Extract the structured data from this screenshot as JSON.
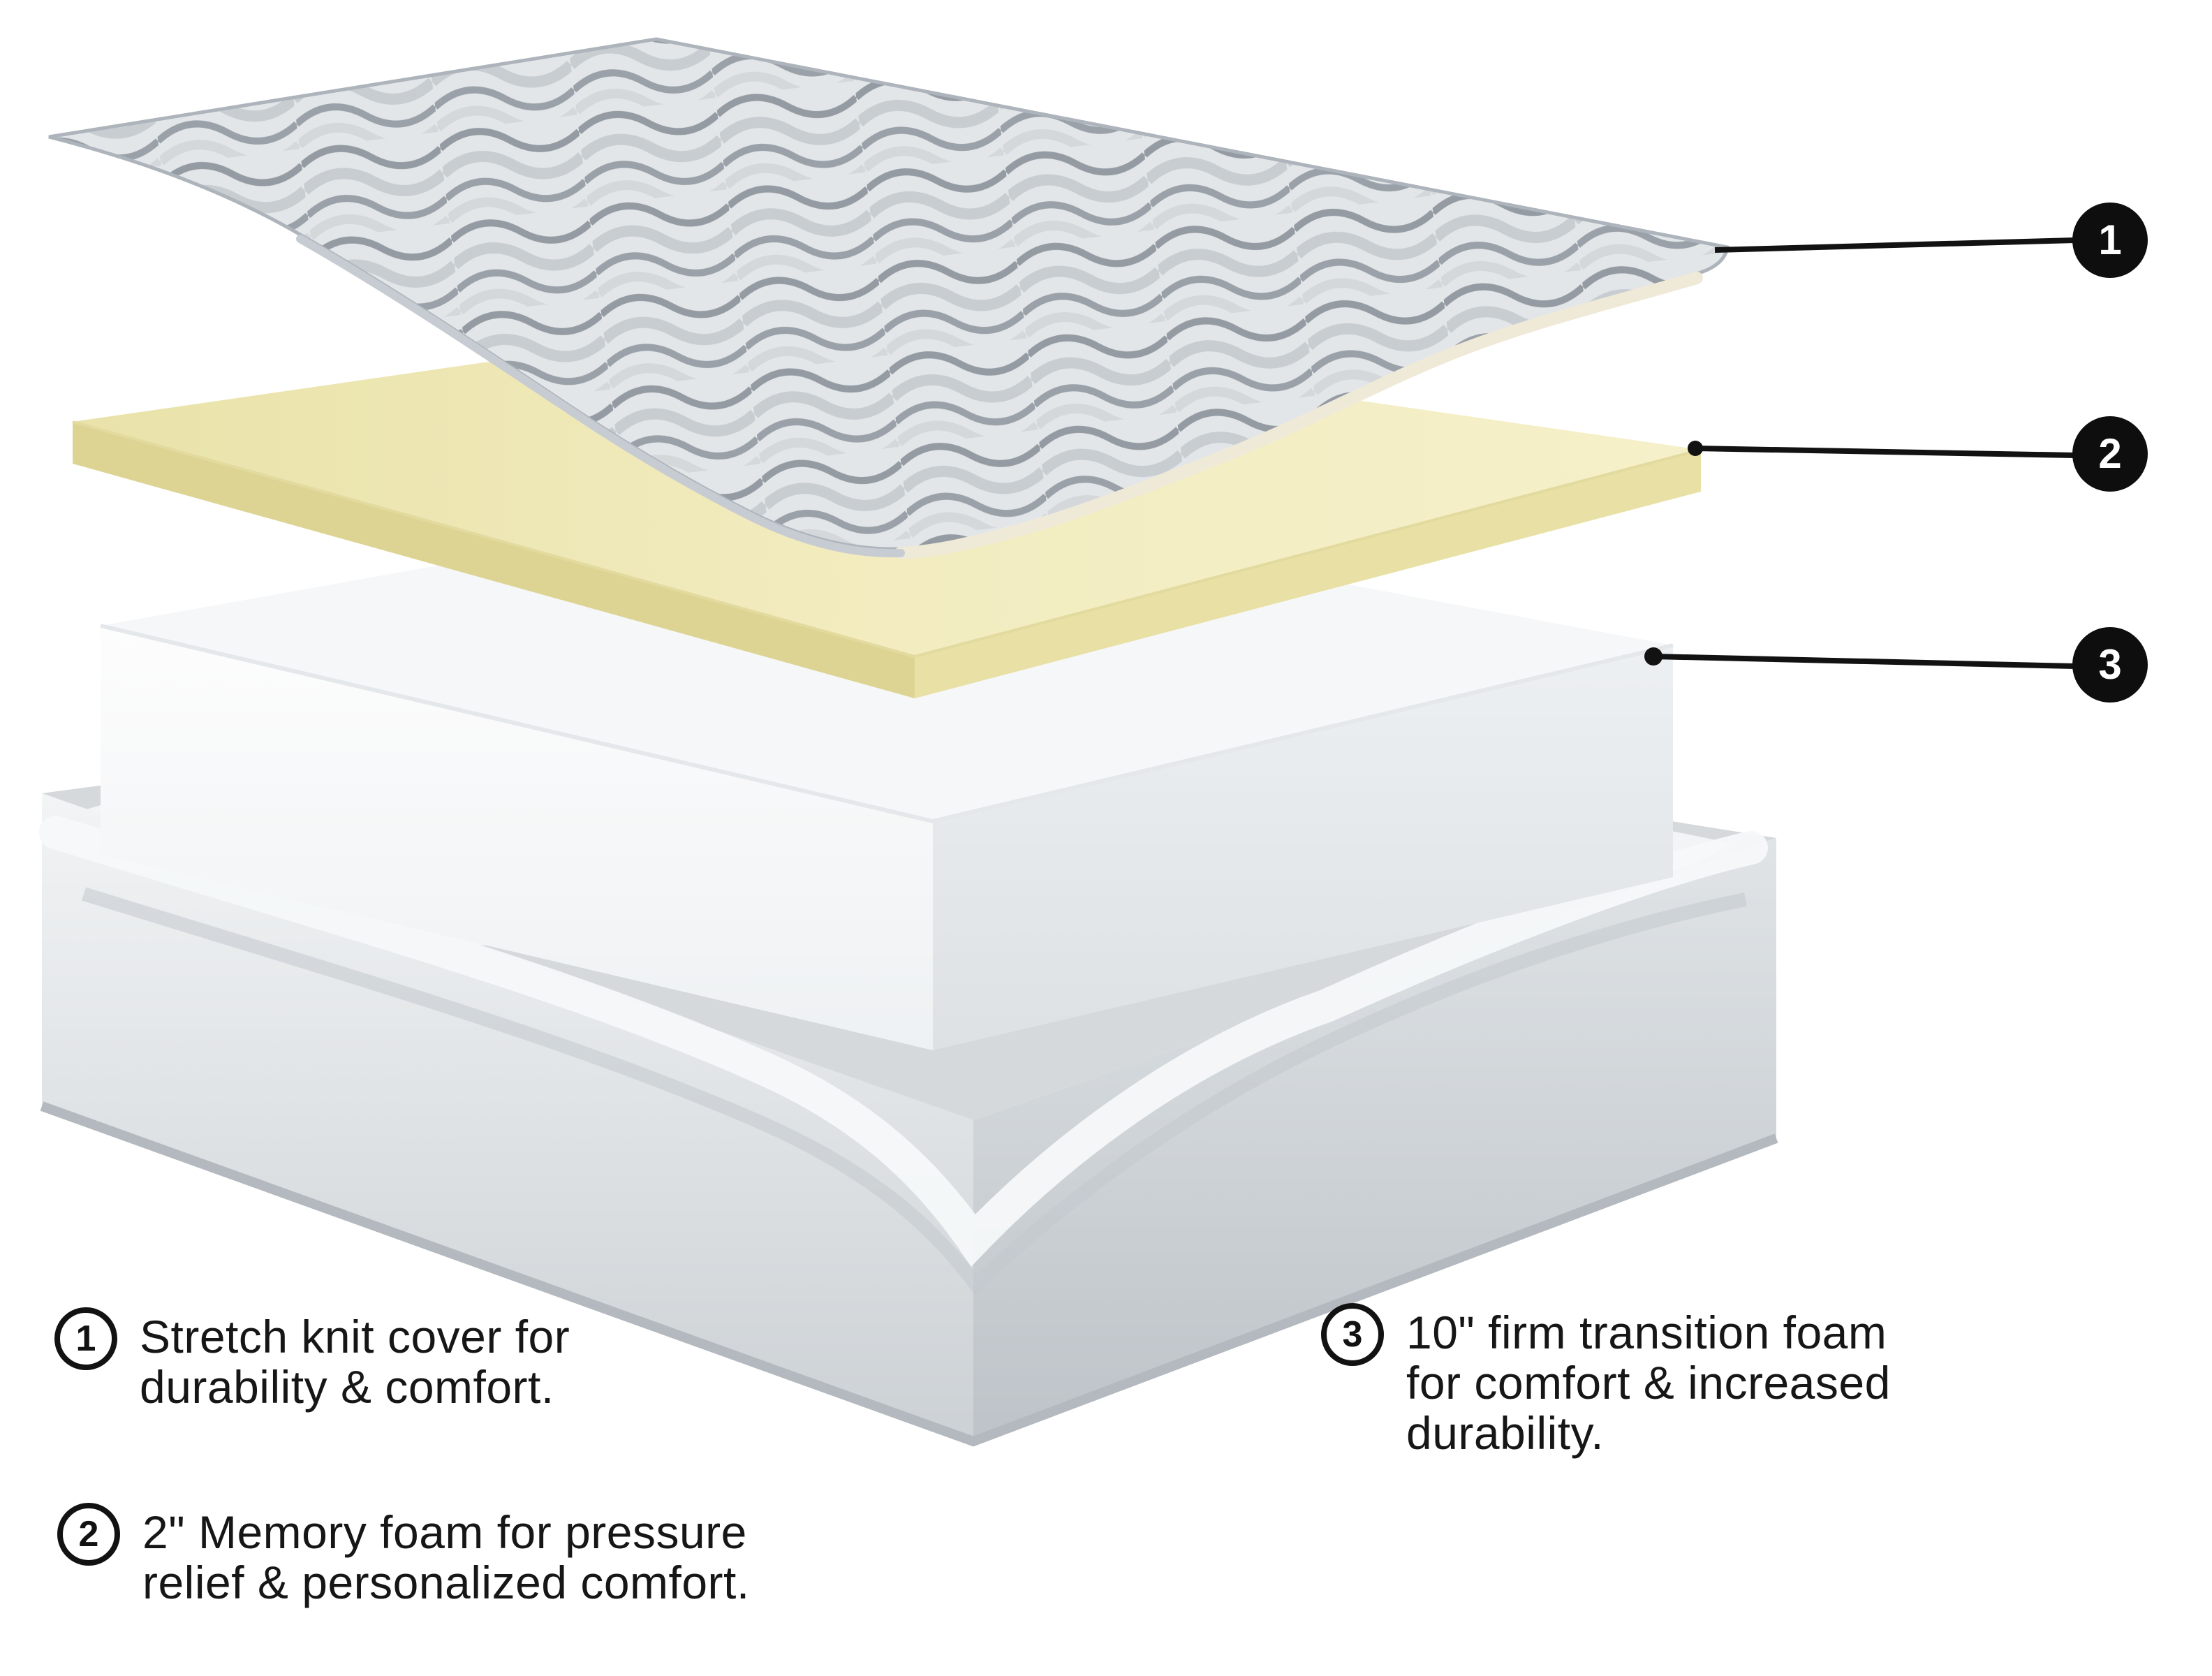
{
  "markers": {
    "m1": "1",
    "m2": "2",
    "m3": "3"
  },
  "legend": {
    "item1": {
      "num": "1",
      "line1": "Stretch knit cover for",
      "line2": "durability & comfort."
    },
    "item2": {
      "num": "2",
      "line1": "2\" Memory foam for pressure",
      "line2": "relief & personalized comfort."
    },
    "item3": {
      "num": "3",
      "line1": "10\" firm transition foam",
      "line2": "for comfort & increased",
      "line3": "durability."
    }
  },
  "colors": {
    "marker_fill": "#0e0e0e",
    "marker_text": "#ffffff",
    "cover_fabric": "#e3e6e9",
    "memory_foam": "#f0e9bb",
    "transition_foam": "#f6f7f8",
    "base_foam": "#d5d9dc",
    "text": "#161616",
    "background": "#ffffff"
  }
}
